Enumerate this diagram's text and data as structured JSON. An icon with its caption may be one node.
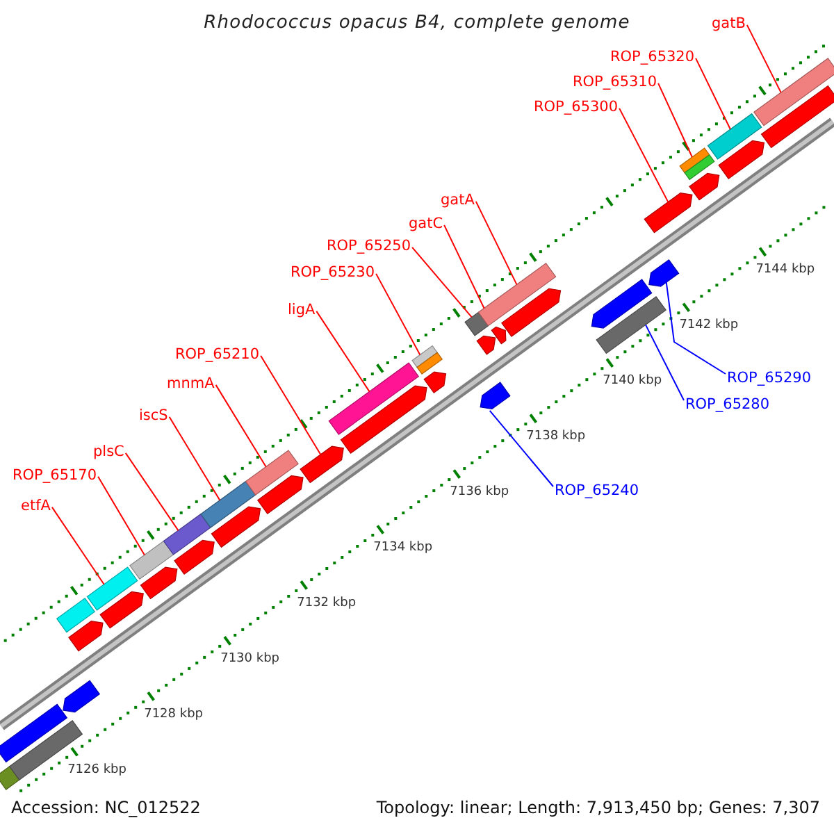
{
  "diagram": {
    "title": "Rhodococcus opacus B4, complete genome",
    "nodes": [
      {
        "text": [
          "etfA"
        ]
      },
      {
        "text": [
          "ROP_65170"
        ]
      },
      {
        "text": [
          "plsC"
        ]
      },
      {
        "text": [
          "iscS"
        ]
      },
      {
        "text": [
          "mnmA"
        ]
      },
      {
        "text": [
          "ROP_65210"
        ]
      },
      {
        "text": [
          "ligA"
        ]
      },
      {
        "text": [
          "ROP_65230"
        ]
      },
      {
        "text": [
          "ROP_65240"
        ]
      },
      {
        "text": [
          "ROP_65250"
        ]
      },
      {
        "text": [
          "gatC"
        ]
      },
      {
        "text": [
          "gatA"
        ]
      },
      {
        "text": [
          "ROP_65280"
        ]
      },
      {
        "text": [
          "ROP_65290"
        ]
      },
      {
        "text": [
          "ROP_65300"
        ]
      },
      {
        "text": [
          "ROP_65310"
        ]
      },
      {
        "text": [
          "ROP_65320"
        ]
      },
      {
        "text": [
          "gatB"
        ]
      },
      {
        "text": [],
        "shape": "arrow"
      },
      {
        "text": [],
        "shape": "box"
      },
      {
        "text": [],
        "shape": "box"
      },
      {
        "text": [],
        "shape": "arrow"
      },
      {
        "text": [],
        "shape": "box"
      },
      {
        "text": [],
        "shape": "arrow"
      },
      {
        "text": [],
        "shape": "box"
      },
      {
        "text": [],
        "shape": "arrow"
      },
      {
        "text": [],
        "shape": "box"
      },
      {
        "text": [],
        "shape": "arrow"
      },
      {
        "text": [],
        "shape": "box"
      },
      {
        "text": [],
        "shape": "arrow"
      },
      {
        "text": [],
        "shape": "box"
      },
      {
        "text": [],
        "shape": "arrow"
      },
      {
        "text": [],
        "shape": "box"
      },
      {
        "text": [],
        "shape": "arrow"
      },
      {
        "text": [],
        "shape": "arrow"
      },
      {
        "text": [],
        "shape": "box"
      },
      {
        "text": [],
        "shape": "arrow"
      },
      {
        "text": [],
        "shape": "box"
      },
      {
        "text": [],
        "shape": "box"
      },
      {
        "text": [],
        "shape": "arrow"
      },
      {
        "text": [],
        "shape": "arrow"
      },
      {
        "text": [],
        "shape": "box"
      },
      {
        "text": [],
        "shape": "arrow"
      },
      {
        "text": [],
        "shape": "box"
      },
      {
        "text": [],
        "shape": "arrow"
      },
      {
        "text": [],
        "shape": "arrow"
      },
      {
        "text": [],
        "shape": "box"
      },
      {
        "text": [],
        "shape": "arrow"
      },
      {
        "text": [],
        "shape": "arrow"
      },
      {
        "text": [],
        "shape": "arrow"
      },
      {
        "text": [],
        "shape": "arrow"
      },
      {
        "text": [],
        "shape": "box"
      },
      {
        "text": [],
        "shape": "box"
      },
      {
        "text": [],
        "shape": "arrow"
      },
      {
        "text": [],
        "shape": "box"
      },
      {
        "text": [],
        "shape": "arrow"
      },
      {
        "text": [],
        "shape": "box"
      }
    ],
    "edges": [
      {
        "from": 0,
        "to": 24,
        "arrow": "none"
      },
      {
        "from": 1,
        "to": 26,
        "arrow": "none"
      },
      {
        "from": 2,
        "to": 28,
        "arrow": "none"
      },
      {
        "from": 3,
        "to": 30,
        "arrow": "none"
      },
      {
        "from": 4,
        "to": 32,
        "arrow": "none"
      },
      {
        "from": 5,
        "to": 34,
        "arrow": "none"
      },
      {
        "from": 6,
        "to": 35,
        "arrow": "none"
      },
      {
        "from": 7,
        "to": 37,
        "arrow": "none"
      },
      {
        "from": 8,
        "to": 40,
        "arrow": "none",
        "color": "#0000ff"
      },
      {
        "from": 9,
        "to": 41,
        "arrow": "none"
      },
      {
        "from": 10,
        "to": 43,
        "arrow": "none"
      },
      {
        "from": 11,
        "to": 43,
        "arrow": "none"
      },
      {
        "from": 12,
        "to": 46,
        "arrow": "none",
        "color": "#0000ff"
      },
      {
        "from": 13,
        "to": 48,
        "arrow": "none",
        "color": "#0000ff"
      },
      {
        "from": 14,
        "to": 49,
        "arrow": "none"
      },
      {
        "from": 15,
        "to": 51,
        "arrow": "none"
      },
      {
        "from": 16,
        "to": 54,
        "arrow": "none"
      },
      {
        "from": 17,
        "to": 56,
        "arrow": "none"
      }
    ],
    "labels": [
      "7126 kbp",
      "7128 kbp",
      "7130 kbp",
      "7132 kbp",
      "7134 kbp",
      "7136 kbp",
      "7138 kbp",
      "7140 kbp",
      "7142 kbp",
      "7144 kbp",
      "Accession: NC_012522",
      "Topology: linear; Length: 7,913,450 bp; Genes: 7,307"
    ]
  }
}
